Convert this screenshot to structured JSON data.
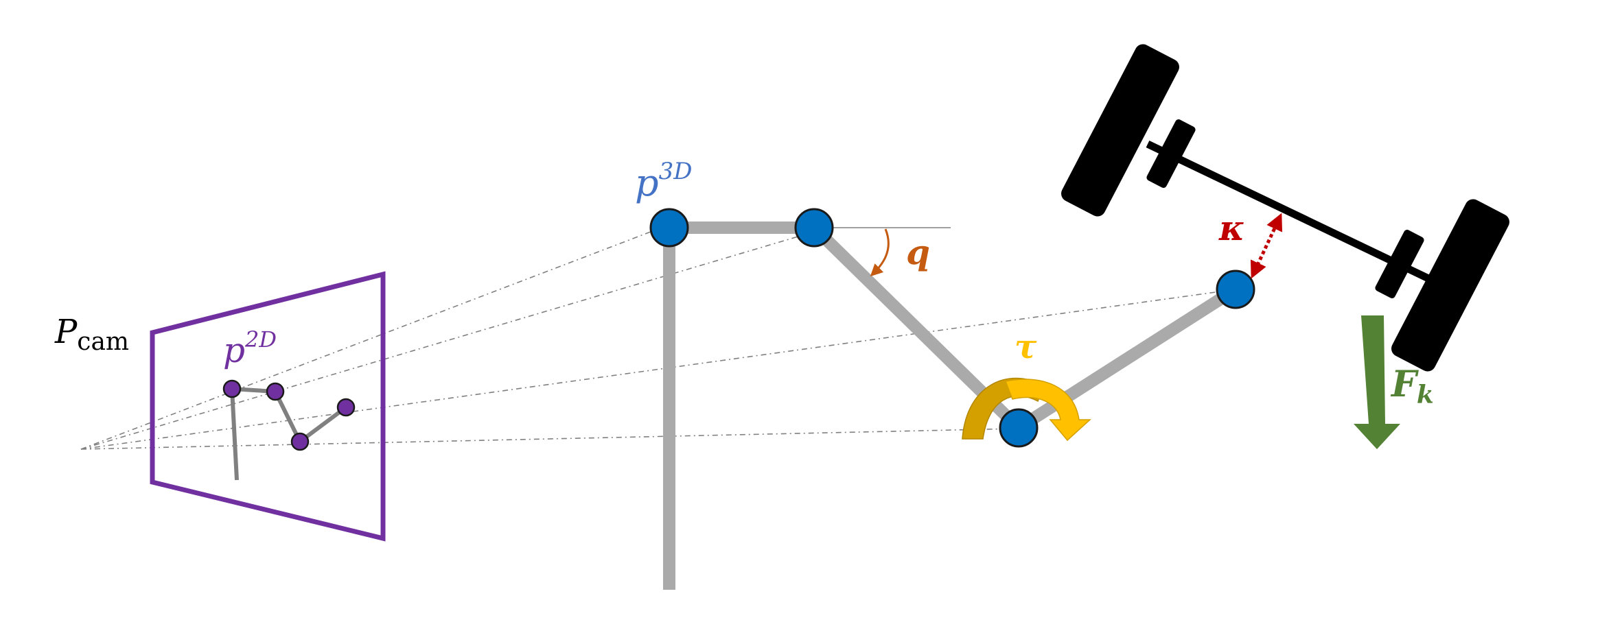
{
  "labels": {
    "camera": {
      "base": "P",
      "sub": "cam"
    },
    "keypoints_2d": {
      "base": "p",
      "sup": "2D"
    },
    "keypoints_3d": {
      "base": "p",
      "sup": "3D"
    },
    "joint_angle": "q",
    "torque": "τ",
    "contact": "κ",
    "force": {
      "base": "F",
      "sub": "k"
    }
  },
  "colors": {
    "camera_frame": "#7030a0",
    "keypoint_2d": "#7030a0",
    "keypoint_3d": "#0070c0",
    "label_3d": "#4472c4",
    "skeleton": "#aaaaaa",
    "skeleton_2d": "#808080",
    "projection_lines": "#808080",
    "angle": "#c55a11",
    "torque": "#ffc000",
    "torque_dark": "#d4a000",
    "contact": "#c00000",
    "force": "#548235",
    "vehicle": "#000000"
  }
}
